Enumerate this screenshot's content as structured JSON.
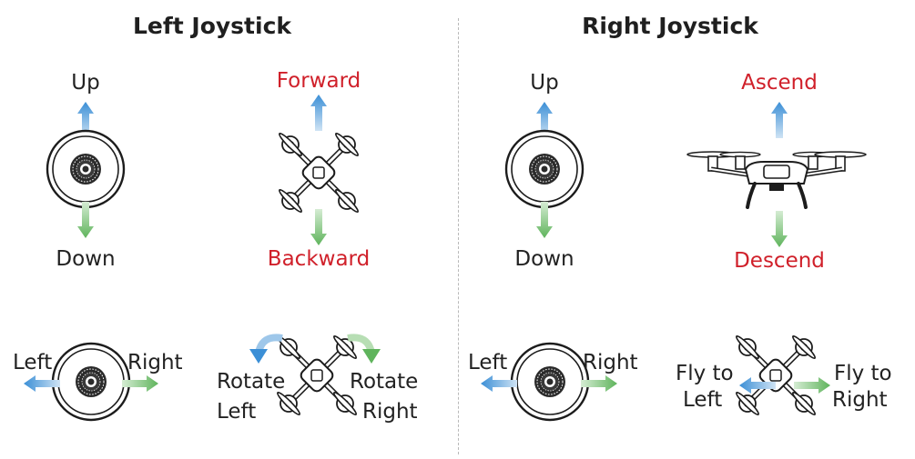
{
  "left_panel": {
    "title": "Left Joystick",
    "stick_vertical": {
      "up": "Up",
      "down": "Down"
    },
    "drone_pitch": {
      "forward": "Forward",
      "backward": "Backward"
    },
    "stick_horizontal": {
      "left": "Left",
      "right": "Right"
    },
    "drone_yaw": {
      "rotate_left_1": "Rotate",
      "rotate_left_2": "Left",
      "rotate_right_1": "Rotate",
      "rotate_right_2": "Right"
    }
  },
  "right_panel": {
    "title": "Right Joystick",
    "stick_vertical": {
      "up": "Up",
      "down": "Down"
    },
    "drone_altitude": {
      "ascend": "Ascend",
      "descend": "Descend"
    },
    "stick_horizontal": {
      "left": "Left",
      "right": "Right"
    },
    "drone_roll": {
      "fly_left_1": "Fly to",
      "fly_left_2": "Left",
      "fly_right_1": "Fly to",
      "fly_right_2": "Right"
    }
  },
  "colors": {
    "up_arrow": "#5aa0d8",
    "down_arrow": "#7cc47a",
    "action_label": "#d0202a",
    "text": "#222222"
  }
}
